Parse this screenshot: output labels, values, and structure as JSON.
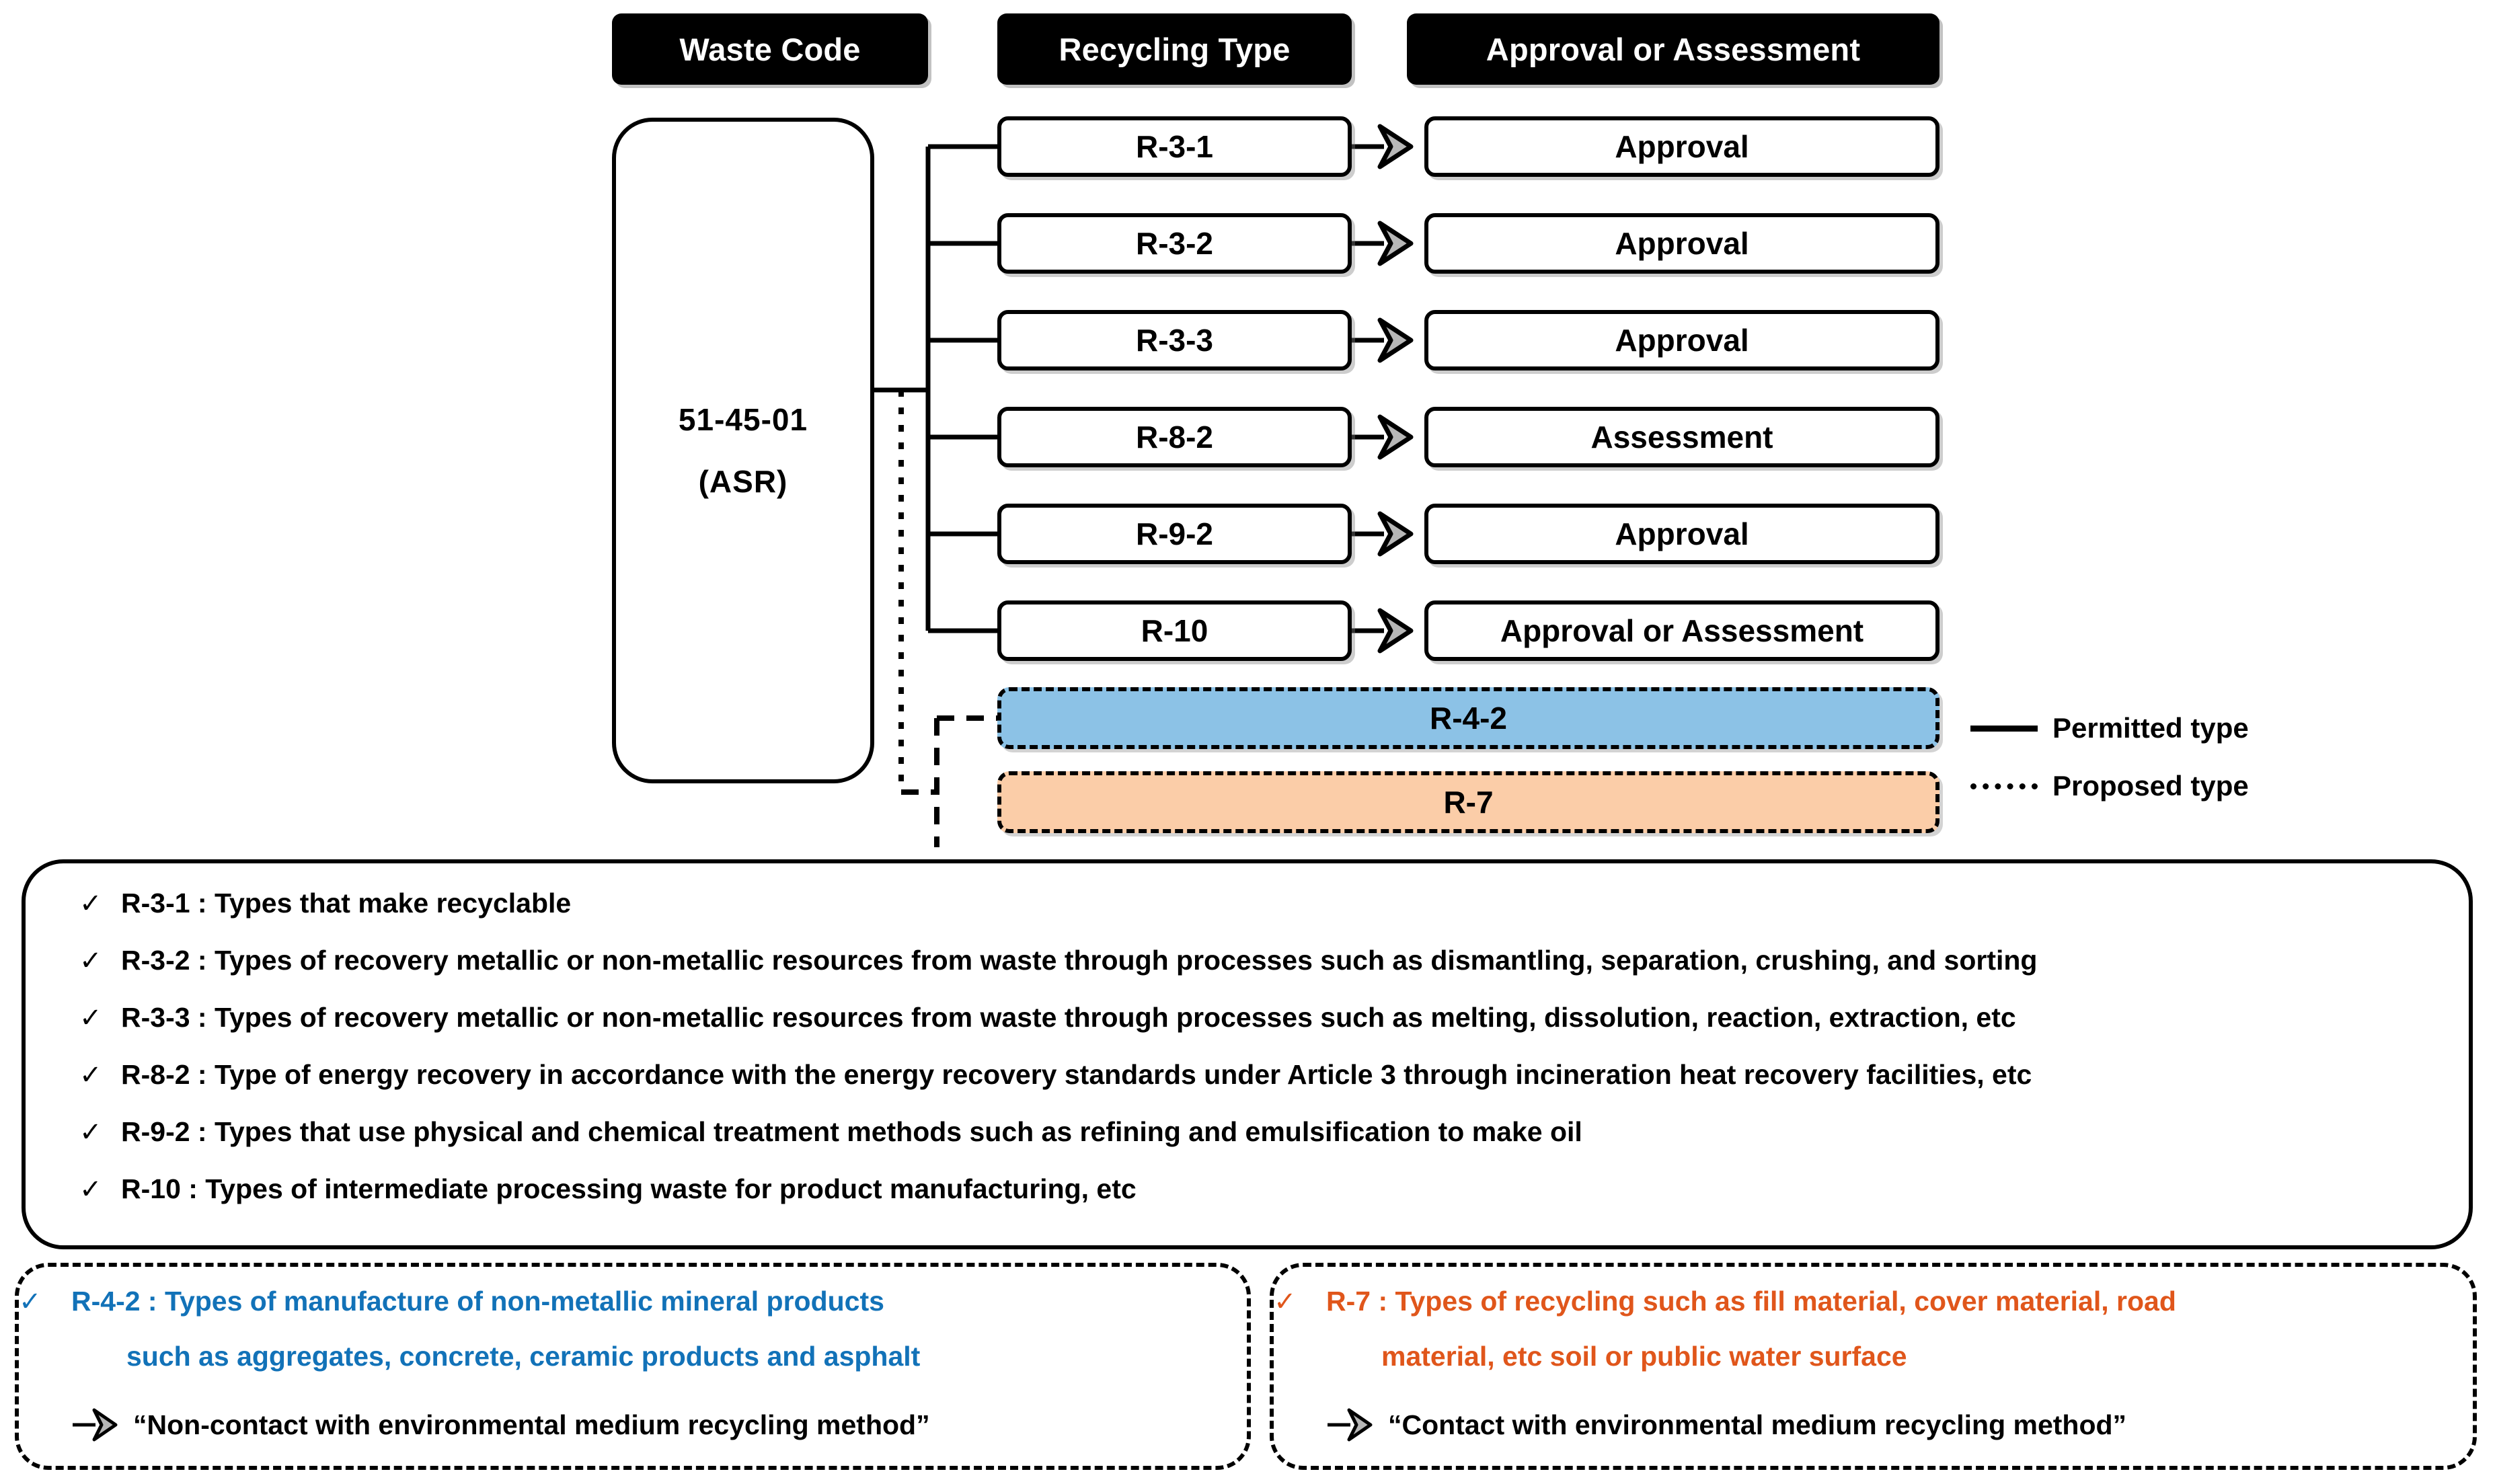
{
  "headers": {
    "waste_code": "Waste Code",
    "recycling_type": "Recycling Type",
    "approval": "Approval or Assessment"
  },
  "waste_code_box": {
    "code": "51-45-01",
    "name": "(ASR)"
  },
  "rows": [
    {
      "type": "R-3-1",
      "approval": "Approval"
    },
    {
      "type": "R-3-2",
      "approval": "Approval"
    },
    {
      "type": "R-3-3",
      "approval": "Approval"
    },
    {
      "type": "R-8-2",
      "approval": "Assessment"
    },
    {
      "type": "R-9-2",
      "approval": "Approval"
    },
    {
      "type": "R-10",
      "approval": "Approval or Assessment"
    }
  ],
  "proposed": [
    {
      "label": "R-4-2",
      "color": "#8CC2E6"
    },
    {
      "label": "R-7",
      "color": "#FBCDA8"
    }
  ],
  "legend": {
    "permitted": "Permitted type",
    "proposed": "Proposed type"
  },
  "descriptions": {
    "check_glyph": "✓",
    "items": [
      "R-3-1 : Types that make recyclable",
      "R-3-2 : Types of recovery metallic or non-metallic resources from waste through processes such as dismantling, separation, crushing, and sorting",
      "R-3-3 : Types of recovery metallic or non-metallic resources from waste through processes such as melting, dissolution, reaction, extraction, etc",
      "R-8-2 : Type of energy recovery in accordance with the energy recovery standards under Article 3 through incineration heat recovery facilities, etc",
      "R-9-2 : Types that use physical and chemical treatment methods such as refining and emulsification to make oil",
      "R-10 : Types of intermediate processing waste for product manufacturing, etc"
    ]
  },
  "bottom_left": {
    "accent_color": "#1272B8",
    "line1": "R-4-2 : Types of manufacture of non-metallic mineral products",
    "line2": "such as aggregates, concrete, ceramic products and asphalt",
    "conclusion": "“Non-contact with environmental medium recycling method”"
  },
  "bottom_right": {
    "accent_color": "#E0561B",
    "line1": "R-7 : Types of recycling such as fill material, cover material, road",
    "line2": "material, etc soil or public water surface",
    "conclusion": "“Contact with environmental medium recycling method”"
  }
}
